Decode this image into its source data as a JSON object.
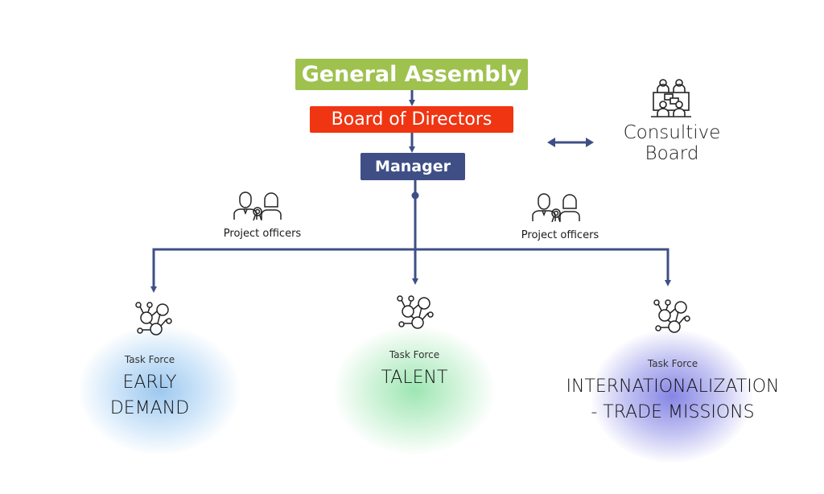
{
  "hierarchy": {
    "general_assembly": "General Assembly",
    "board_of_directors": "Board of Directors",
    "manager": "Manager"
  },
  "consultive_board": {
    "line1": "Consultive",
    "line2": "Board",
    "icon": "meeting-icon"
  },
  "project_officers": [
    {
      "label": "Project officers",
      "icon": "project-officers-icon"
    },
    {
      "label": "Project officers",
      "icon": "project-officers-icon"
    }
  ],
  "task_forces": [
    {
      "sub": "Task Force",
      "line1": "EARLY",
      "line2": "DEMAND",
      "color": "#a9cff0",
      "icon": "network-icon"
    },
    {
      "sub": "Task Force",
      "line1": "TALENT",
      "line2": "",
      "color": "#a8e6b8",
      "icon": "network-icon"
    },
    {
      "sub": "Task Force",
      "line1": "INTERNATIONALIZATION",
      "line2": "- TRADE MISSIONS",
      "color": "#9c9ce8",
      "icon": "network-icon"
    }
  ],
  "colors": {
    "general_assembly": "#9fc14e",
    "board_of_directors": "#f03512",
    "manager": "#3f4f86",
    "connector": "#3f4f86"
  }
}
